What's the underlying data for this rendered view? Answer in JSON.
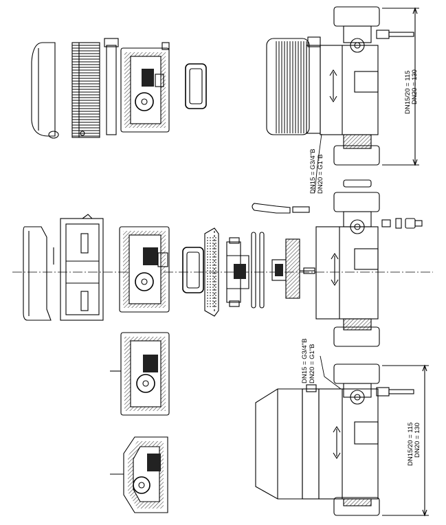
{
  "diagram": {
    "labels": {
      "top_connection_dn15": "DN15 = G3/4\"B",
      "top_connection_dn20": "DN20 = G1\"B",
      "top_length_dn1520": "DN15/20 = 115",
      "top_length_dn20": "DN20 = 130",
      "bottom_connection_dn15": "DN15 = G3/4\"B",
      "bottom_connection_dn20": "DN20 = G1\"B",
      "bottom_length_dn1520": "DN15/20 = 115",
      "bottom_length_dn20": "DN20 = 130"
    },
    "colors": {
      "line": "#000000",
      "hatch": "#555555",
      "background": "#ffffff"
    }
  }
}
